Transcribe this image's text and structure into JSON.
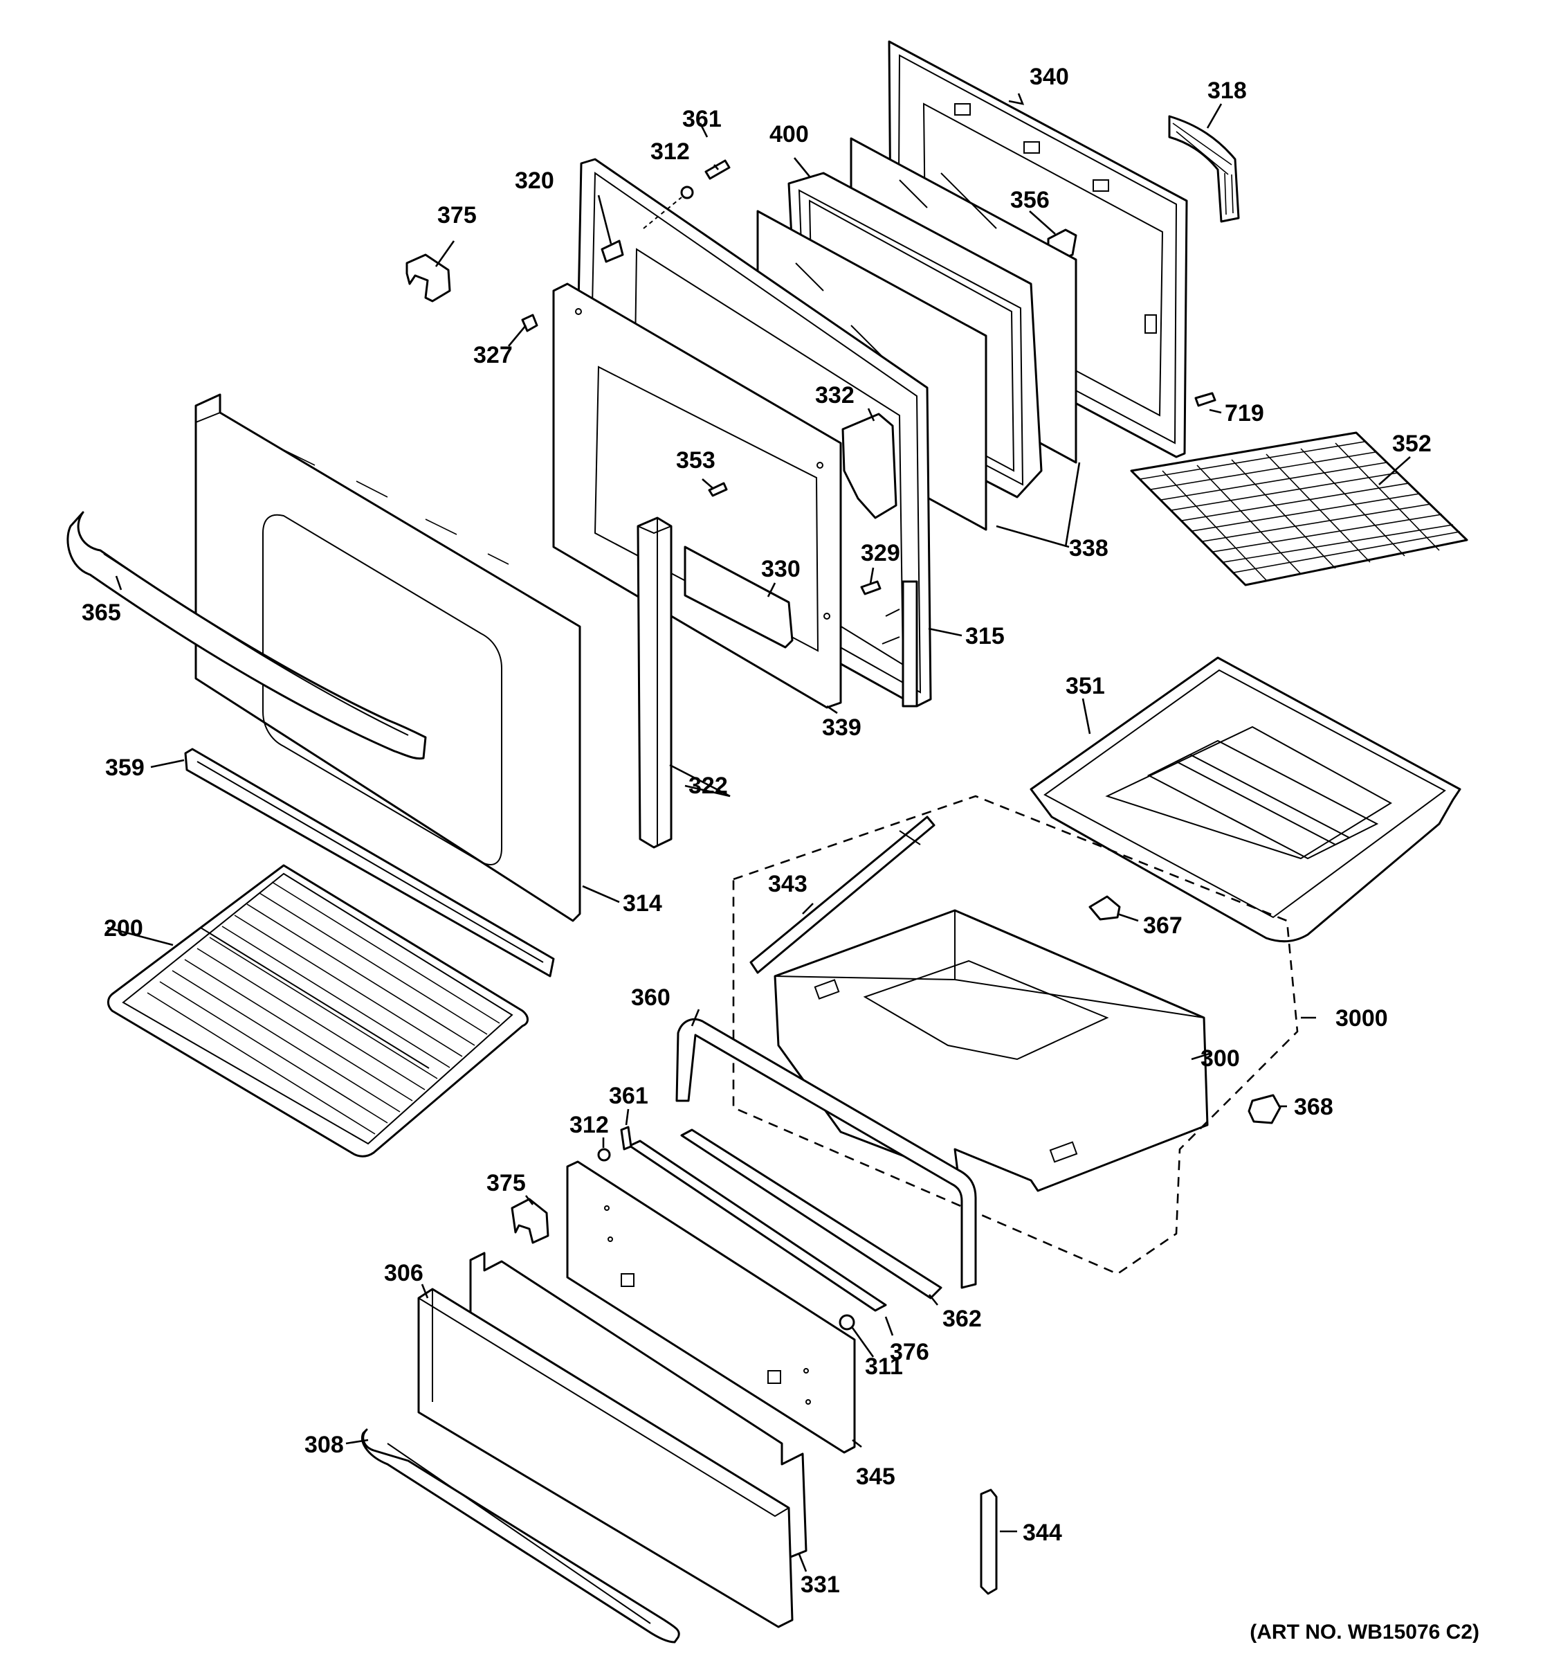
{
  "diagram": {
    "type": "exploded-parts-view",
    "art_number": "(ART NO. WB15076 C2)",
    "callouts": {
      "c200": "200",
      "c300": "300",
      "c306": "306",
      "c308": "308",
      "c311": "311",
      "c312a": "312",
      "c312b": "312",
      "c314": "314",
      "c315": "315",
      "c318": "318",
      "c320": "320",
      "c322": "322",
      "c327": "327",
      "c329": "329",
      "c330": "330",
      "c331": "331",
      "c332": "332",
      "c338": "338",
      "c339": "339",
      "c340": "340",
      "c343": "343",
      "c344": "344",
      "c345": "345",
      "c351": "351",
      "c352": "352",
      "c353": "353",
      "c356": "356",
      "c359": "359",
      "c360": "360",
      "c361a": "361",
      "c361b": "361",
      "c362": "362",
      "c365": "365",
      "c367": "367",
      "c368": "368",
      "c375a": "375",
      "c375b": "375",
      "c376": "376",
      "c400": "400",
      "c719": "719",
      "c3000": "3000"
    }
  }
}
